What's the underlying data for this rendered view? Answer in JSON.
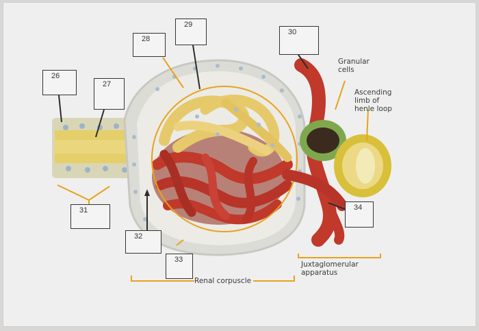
{
  "labels": {
    "l26": "26",
    "l27": "27",
    "l28": "28",
    "l29": "29",
    "l30": "30",
    "l31": "31",
    "l32": "32",
    "l33": "33",
    "l34": "34"
  },
  "captions": {
    "granular_line1": "Granular",
    "granular_line2": "cells",
    "ascending_line1": "Ascending",
    "ascending_line2": "limb of",
    "ascending_line3": "henle loop",
    "renal_corpuscle": "Renal corpuscle",
    "jga_line1": "Juxtaglomerular",
    "jga_line2": "apparatus"
  },
  "colors": {
    "capillary": "#c0392b",
    "podocyte": "#e6c96a",
    "capsule": "#d9d9d4",
    "bracket": "#e8a21a",
    "macula": "#d8c03a"
  }
}
